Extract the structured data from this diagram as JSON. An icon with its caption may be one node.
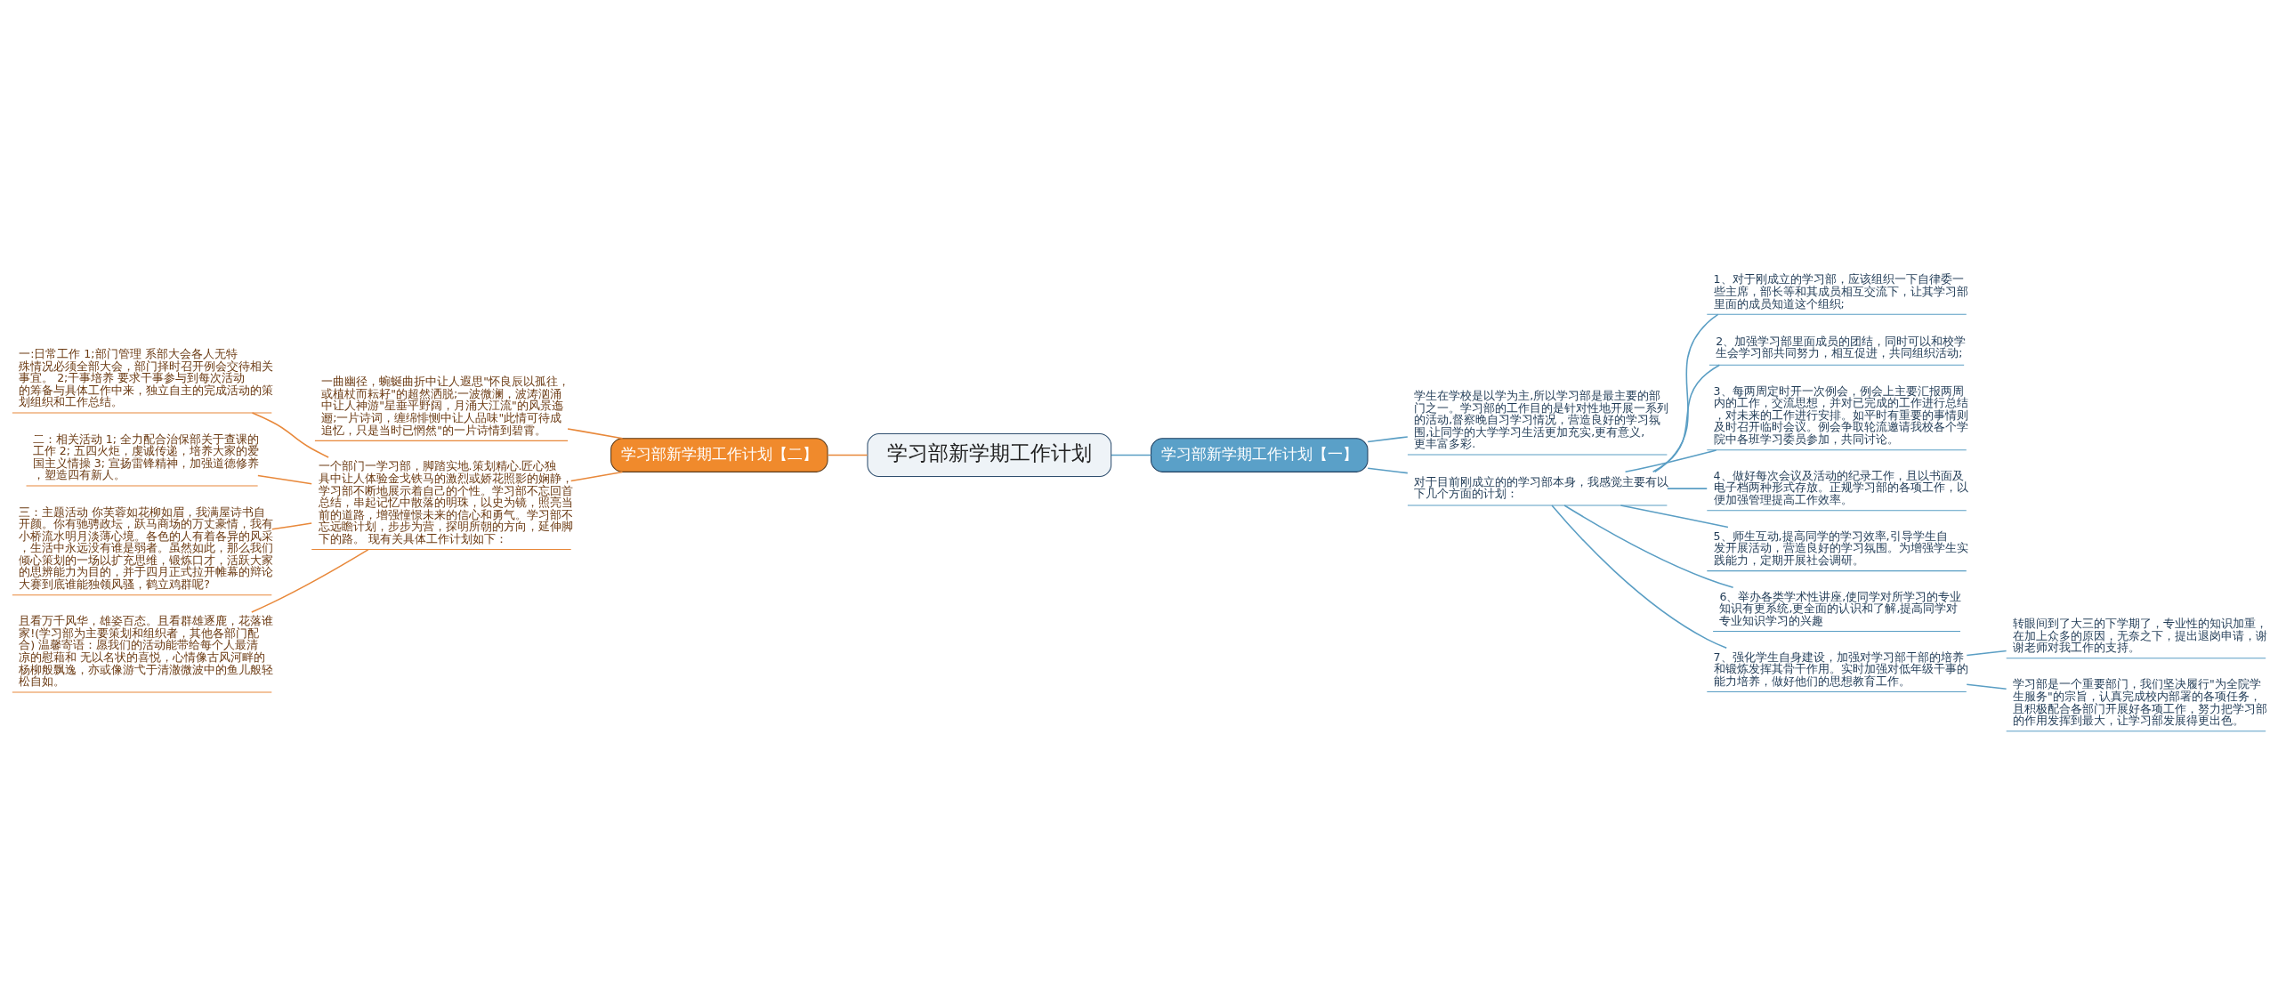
{
  "diagram": {
    "nodes": [
      {
        "text": [
          "学习部新学期工作计划"
        ]
      },
      {
        "text": [
          "学习部新学期工作计划【二】"
        ]
      },
      {
        "text": [
          "一曲幽径，蜿蜒曲折中让人遐思\"怀良辰以孤往，或植杖而耘耔\"的超然洒脱;一波微澜，波涛汹涌中让人神游\"星垂平野阔，月涌大江流\"的风景迤逦;一片诗词，缠绵悱恻中让人品味\"此情可待成追忆，只是当时已惘然\"的一片诗情到碧霄。"
        ]
      },
      {
        "text": [
          "一个部门一学习部，脚踏实地.策划精心.匠心独具中让人体验金戈铁马的激烈或娇花照影的娴静，学习部不断地展示着自己的个性。学习部不忘回首总结，串起记忆中散落的明珠，以史为镜，照亮当前的道路，增强憧憬未来的信心和勇气。学习部不忘远瞻计划，步步为营，探明所朝的方向，延伸脚下的路。 现有关具体工作计划如下："
        ]
      },
      {
        "text": [
          "一:日常工作 1;部门管理 系部大会各人无特殊情况必须全部大会，部门择时召开例会交待相关事宜。 2;干事培养 要求干事参与到每次活动的筹备与具体工作中来，独立自主的完成活动的策划组织和工作总结。"
        ]
      },
      {
        "text": [
          "二：相关活动 1; 全力配合治保部关于查课的工作 2; 五四火炬，虔诚传递，培养大家的爱国主义情操 3; 宣扬雷锋精神，加强道德修养，塑造四有新人。"
        ]
      },
      {
        "text": [
          "三：主题活动 你芙蓉如花柳如眉，我满屋诗书自开颜。你有驰骋政坛，跃马商场的万丈豪情，我有小桥流水明月淡薄心境。各色的人有着各异的风采，生活中永远没有谁是弱者。虽然如此，那么我们倾心策划的一场以扩充思维，锻炼口才，活跃大家的思辨能力为目的，并于四月正式拉开帷幕的辩论大赛到底谁能独领风骚，鹤立鸡群呢?"
        ]
      },
      {
        "text": [
          "且看万千风华，雄姿百态。且看群雄逐鹿，花落谁家!(学习部为主要策划和组织者，其他各部门配合) 温馨寄语：愿我们的活动能带给每个人最清凉的慰藉和 无以名状的喜悦，心情像古风河畔的杨柳般飘逸，亦或像游弋于清澈微波中的鱼儿般轻松自如。"
        ]
      },
      {
        "text": [
          "学习部新学期工作计划【一】"
        ]
      },
      {
        "text": [
          "学生在学校是以学为主,所以学习部是最主要的部门之一。学习部的工作目的是针对性地开展一系列的活动,督察晚自习学习情况，营造良好的学习氛围,让同学的大学学习生活更加充实,更有意义,更丰富多彩."
        ]
      },
      {
        "text": [
          "对于目前刚成立的的学习部本身，我感觉主要有以下几个方面的计划："
        ]
      },
      {
        "text": [
          "1、对于刚成立的学习部，应该组织一下自律委一些主席，部长等和其成员相互交流下，让其学习部里面的成员知道这个组织;"
        ]
      },
      {
        "text": [
          "2、加强学习部里面成员的团结，同时可以和校学生会学习部共同努力，相互促进，共同组织活动;"
        ]
      },
      {
        "text": [
          "3、每两周定时开一次例会，例会上主要汇报两周内的工作，交流思想，并对已完成的工作进行总结，对未来的工作进行安排。如平时有重要的事情则及时召开临时会议。例会争取轮流邀请我校各个学院中各班学习委员参加，共同讨论。"
        ]
      },
      {
        "text": [
          "4、做好每次会议及活动的纪录工作，且以书面及电子档两种形式存放。正规学习部的各项工作，以便加强管理提高工作效率。"
        ]
      },
      {
        "text": [
          "5、师生互动,提高同学的学习效率,引导学生自发开展活动，营造良好的学习氛围。为增强学生实践能力，定期开展社会调研。"
        ]
      },
      {
        "text": [
          "6、举办各类学术性讲座,使同学对所学习的专业知识有更系统,更全面的认识和了解,提高同学对专业知识学习的兴趣"
        ]
      },
      {
        "text": [
          "7、强化学生自身建设，加强对学习部干部的培养和锻炼发挥其骨干作用。实时加强对低年级干事的能力培养，做好他们的思想教育工作。"
        ]
      },
      {
        "text": [
          "转眼间到了大三的下学期了，专业性的知识加重，在加上众多的原因，无奈之下，提出退岗申请，谢谢老师对我工作的支持。"
        ]
      },
      {
        "text": [
          "学习部是一个重要部门，我们坚决履行\"为全院学生服务\"的宗旨，认真完成校内部署的各项任务，且积极配合各部门开展好各项工作，努力把学习部的作用发挥到最大，让学习部发展得更出色。"
        ]
      }
    ],
    "edges": [
      {
        "from": 1,
        "to": 0,
        "arrow": "none",
        "color": "#e8883a"
      },
      {
        "from": 2,
        "to": 1,
        "arrow": "none",
        "color": "#e8883a"
      },
      {
        "from": 3,
        "to": 1,
        "arrow": "none",
        "color": "#e8883a"
      },
      {
        "from": 4,
        "to": 3,
        "arrow": "none",
        "color": "#e8883a"
      },
      {
        "from": 5,
        "to": 3,
        "arrow": "none",
        "color": "#e8883a"
      },
      {
        "from": 6,
        "to": 3,
        "arrow": "none",
        "color": "#e8883a"
      },
      {
        "from": 7,
        "to": 3,
        "arrow": "none",
        "color": "#e8883a"
      },
      {
        "from": 0,
        "to": 8,
        "arrow": "none"
      },
      {
        "from": 8,
        "to": 9,
        "arrow": "none"
      },
      {
        "from": 8,
        "to": 10,
        "arrow": "none"
      },
      {
        "from": 10,
        "to": 11,
        "arrow": "none"
      },
      {
        "from": 10,
        "to": 12,
        "arrow": "none"
      },
      {
        "from": 10,
        "to": 13,
        "arrow": "none"
      },
      {
        "from": 10,
        "to": 14,
        "arrow": "none"
      },
      {
        "from": 10,
        "to": 15,
        "arrow": "none"
      },
      {
        "from": 10,
        "to": 16,
        "arrow": "none"
      },
      {
        "from": 10,
        "to": 17,
        "arrow": "none"
      },
      {
        "from": 17,
        "to": 18,
        "arrow": "none"
      },
      {
        "from": 17,
        "to": 19,
        "arrow": "none"
      }
    ]
  }
}
